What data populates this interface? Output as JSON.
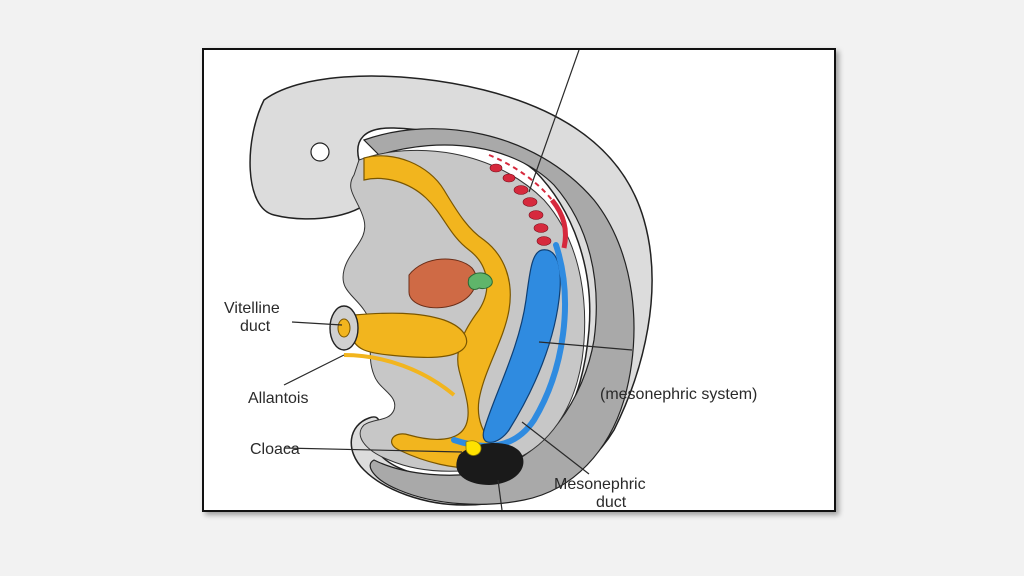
{
  "labels": {
    "vitelline_line1": "Vitelline",
    "vitelline_line2": "duct",
    "allantois": "Allantois",
    "cloaca": "Cloaca",
    "mesonephric_system": "(mesonephric system)",
    "mesonephric_duct_line1": "Mesonephric",
    "mesonephric_duct_line2": "duct"
  },
  "colors": {
    "embryo_body": "#d9d9d9",
    "embryo_shadow": "#a6a6a6",
    "gut": "#f2b51e",
    "liver": "#cf6a45",
    "mesonephros": "#2f8be0",
    "nephric_tubules": "#d6293d",
    "cloacal_mass": "#1a1a1a",
    "bud": "#5fb56a"
  }
}
